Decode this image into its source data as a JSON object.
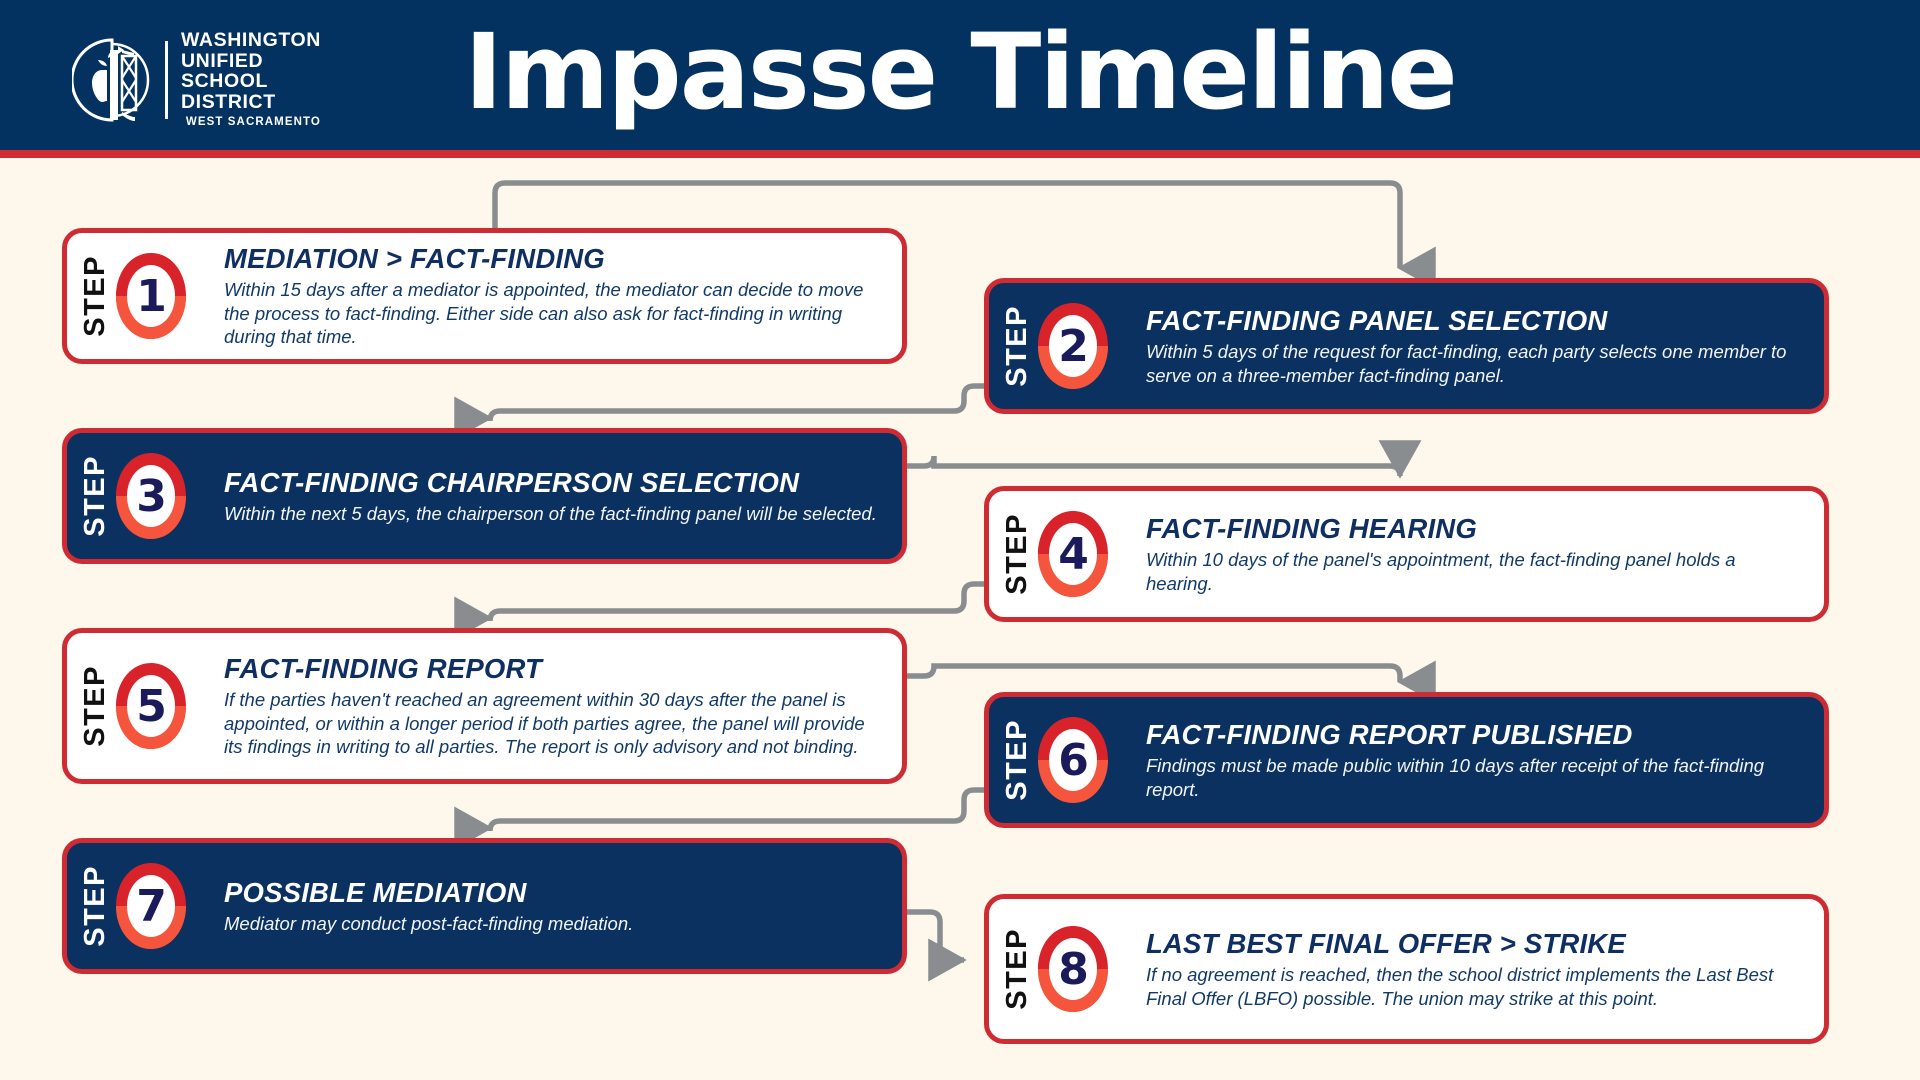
{
  "header": {
    "title": "Impasse Timeline",
    "logo": {
      "icon": "wusd-apple-bridge-emblem",
      "line1": "WASHINGTON",
      "line2": "UNIFIED",
      "line3": "SCHOOL",
      "line4": "DISTRICT",
      "subtitle": "WEST SACRAMENTO"
    }
  },
  "colors": {
    "navy": "#0A3160",
    "header_navy": "#033160",
    "red": "#CE2B32",
    "orange": "#F4553C",
    "cream": "#FDF8EB",
    "connector_gray": "#8A8D8F",
    "number_navy": "#1B1B5C",
    "title_navy": "#0F2E61"
  },
  "step_label": "STEP",
  "steps": [
    {
      "number": "1",
      "theme": "light",
      "title": "MEDIATION > FACT-FINDING",
      "description": "Within 15 days after a mediator is appointed, the mediator can decide to move the process to fact-finding. Either side can also ask for fact-finding in writing during that time."
    },
    {
      "number": "2",
      "theme": "dark",
      "title": "FACT-FINDING PANEL SELECTION",
      "description": "Within 5 days of the request for fact-finding, each party selects one member to serve on a three-member fact-finding panel."
    },
    {
      "number": "3",
      "theme": "dark",
      "title": "FACT-FINDING CHAIRPERSON SELECTION",
      "description": "Within the next 5 days, the chairperson of the fact-finding panel will be selected."
    },
    {
      "number": "4",
      "theme": "light",
      "title": "FACT-FINDING HEARING",
      "description": "Within 10 days of the panel's appointment, the fact-finding panel holds a hearing."
    },
    {
      "number": "5",
      "theme": "light",
      "title": "FACT-FINDING REPORT",
      "description": "If the parties haven't reached an agreement within 30 days after the panel is appointed, or within a longer period if both parties agree, the panel will provide its findings in writing to all parties. The report is only advisory and not binding."
    },
    {
      "number": "6",
      "theme": "dark",
      "title": "FACT-FINDING REPORT PUBLISHED",
      "description": "Findings must be made public within 10 days after receipt of the fact-finding report."
    },
    {
      "number": "7",
      "theme": "dark",
      "title": "POSSIBLE MEDIATION",
      "description": "Mediator may conduct post-fact-finding mediation."
    },
    {
      "number": "8",
      "theme": "light",
      "title": "LAST BEST FINAL OFFER > STRIKE",
      "description": "If no agreement is reached, then the school district implements the Last Best Final Offer (LBFO) possible. The union may strike at this point."
    }
  ],
  "connectors": [
    {
      "from": "1",
      "to": "2",
      "icon": "arrow-connector-down"
    },
    {
      "from": "2",
      "to": "3",
      "icon": "arrow-connector-down"
    },
    {
      "from": "3",
      "to": "4",
      "icon": "arrow-connector-down"
    },
    {
      "from": "4",
      "to": "5",
      "icon": "arrow-connector-down"
    },
    {
      "from": "5",
      "to": "6",
      "icon": "arrow-connector-down"
    },
    {
      "from": "6",
      "to": "7",
      "icon": "arrow-connector-down"
    },
    {
      "from": "7",
      "to": "8",
      "icon": "arrow-connector-right"
    }
  ]
}
